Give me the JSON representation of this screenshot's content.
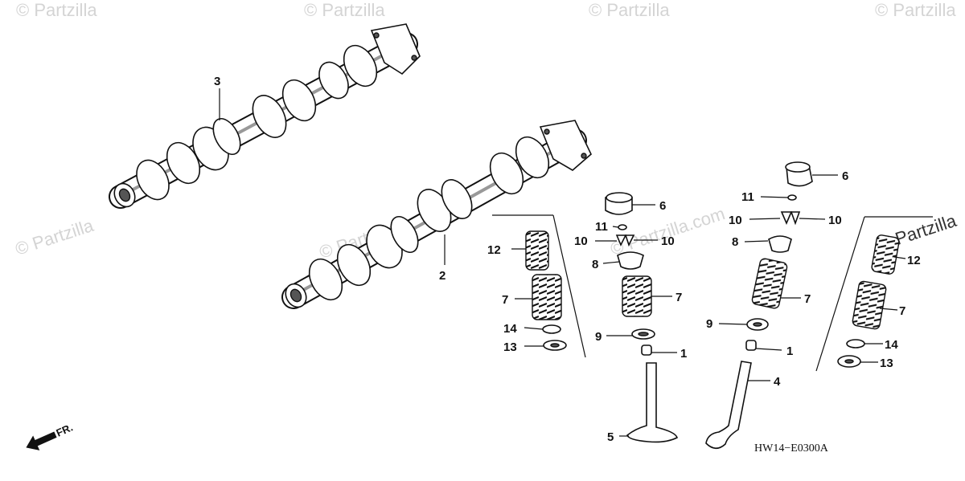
{
  "watermark": {
    "text": "© Partzilla",
    "partial_text": "© Partzilla.com"
  },
  "diagram_code": "HW14−E0300A",
  "front_marker": {
    "label": "FR."
  },
  "callouts": {
    "c1a": "1",
    "c1b": "1",
    "c2": "2",
    "c3": "3",
    "c4": "4",
    "c5": "5",
    "c6a": "6",
    "c6b": "6",
    "c7a": "7",
    "c7b": "7",
    "c7c": "7",
    "c7d": "7",
    "c8a": "8",
    "c8b": "8",
    "c9a": "9",
    "c9b": "9",
    "c10a": "10",
    "c10b": "10",
    "c10c": "10",
    "c10d": "10",
    "c11a": "11",
    "c11b": "11",
    "c12a": "12",
    "c12b": "12",
    "c13a": "13",
    "c13b": "13",
    "c14a": "14",
    "c14b": "14"
  }
}
